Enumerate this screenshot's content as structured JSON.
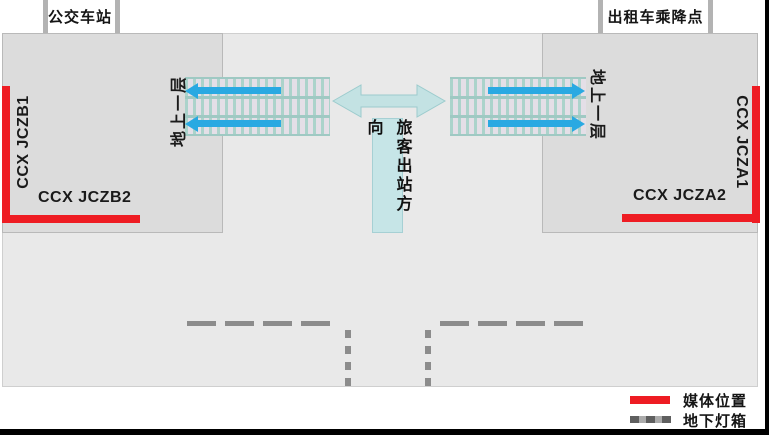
{
  "gates": {
    "bus_label": "公交车站",
    "taxi_label": "出租车乘降点"
  },
  "halls": {
    "left": {
      "vertical_label": "CCX JCZB1",
      "horizontal_label": "CCX JCZB2"
    },
    "right": {
      "vertical_label": "CCX JCZA1",
      "horizontal_label": "CCX JCZA2"
    }
  },
  "escalators": {
    "left_floor_label": "地上一层",
    "right_floor_label": "地上一层"
  },
  "center": {
    "direction_label": "旅客出站方向"
  },
  "legend": {
    "media_label": "媒体位置",
    "lightbox_label": "地下灯箱"
  },
  "colors": {
    "media_red": "#ee1c23",
    "escalator_arrow_blue": "#29a9e2",
    "direction_teal": "#c6e5e7",
    "dash_gray": "#8c8c8c",
    "hall_gray": "#dcdcdc"
  }
}
